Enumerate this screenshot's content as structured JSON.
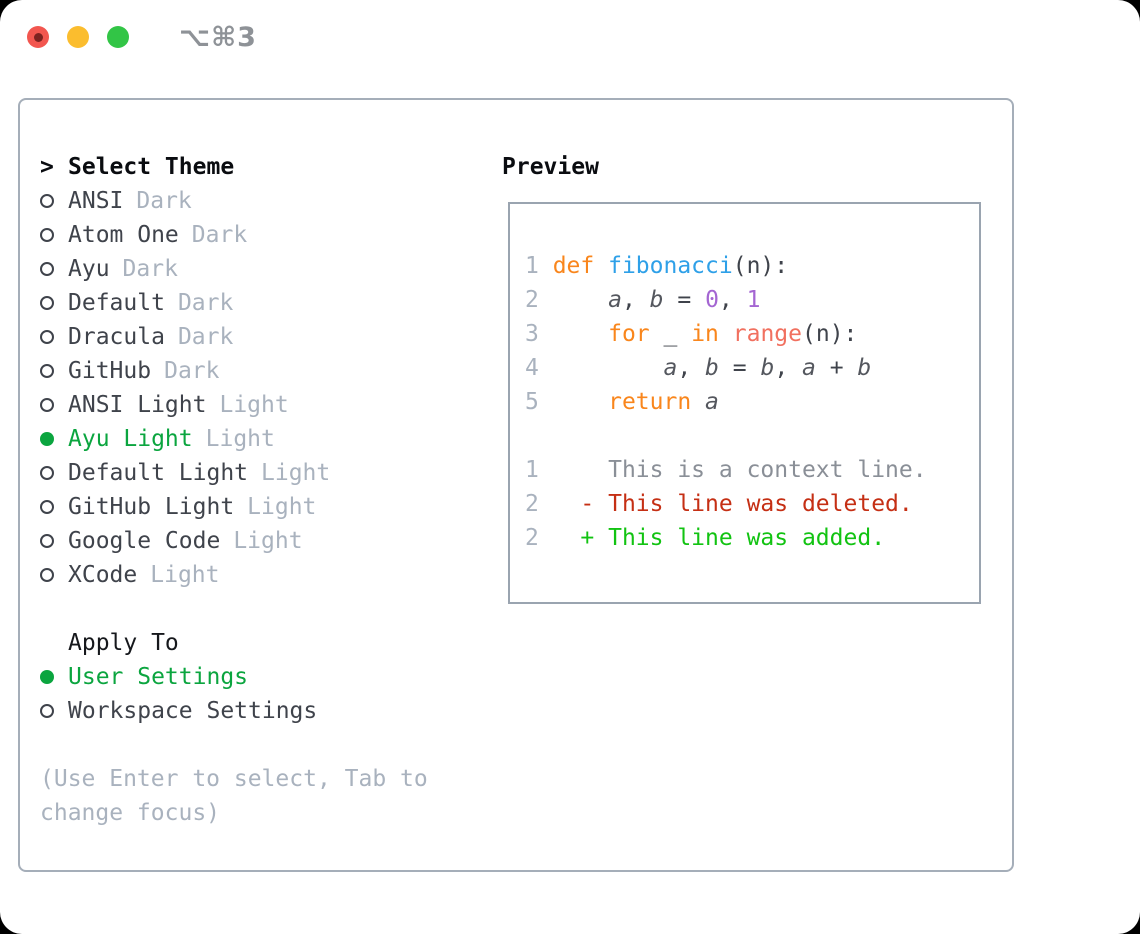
{
  "window": {
    "title": "⌥⌘3"
  },
  "left": {
    "prompt": ">",
    "title": "Select Theme",
    "themes": [
      {
        "name": "ANSI",
        "variant": "Dark",
        "selected": false
      },
      {
        "name": "Atom One",
        "variant": "Dark",
        "selected": false
      },
      {
        "name": "Ayu",
        "variant": "Dark",
        "selected": false
      },
      {
        "name": "Default",
        "variant": "Dark",
        "selected": false
      },
      {
        "name": "Dracula",
        "variant": "Dark",
        "selected": false
      },
      {
        "name": "GitHub",
        "variant": "Dark",
        "selected": false
      },
      {
        "name": "ANSI Light",
        "variant": "Light",
        "selected": false
      },
      {
        "name": "Ayu Light",
        "variant": "Light",
        "selected": true
      },
      {
        "name": "Default Light",
        "variant": "Light",
        "selected": false
      },
      {
        "name": "GitHub Light",
        "variant": "Light",
        "selected": false
      },
      {
        "name": "Google Code",
        "variant": "Light",
        "selected": false
      },
      {
        "name": "XCode",
        "variant": "Light",
        "selected": false
      }
    ],
    "apply_to": {
      "title": "Apply To",
      "options": [
        {
          "label": "User Settings",
          "selected": true
        },
        {
          "label": "Workspace Settings",
          "selected": false
        }
      ]
    },
    "help": "(Use Enter to select, Tab to change focus)"
  },
  "preview": {
    "title": "Preview",
    "code_lines": [
      [
        {
          "t": "1 ",
          "c": "ln"
        },
        {
          "t": "def ",
          "c": "kw"
        },
        {
          "t": "fibonacci",
          "c": "fn"
        },
        {
          "t": "(n):",
          "c": "tx"
        }
      ],
      [
        {
          "t": "2 ",
          "c": "ln"
        },
        {
          "t": "    ",
          "c": "tx"
        },
        {
          "t": "a",
          "c": "var"
        },
        {
          "t": ", ",
          "c": "tx"
        },
        {
          "t": "b",
          "c": "var"
        },
        {
          "t": " = ",
          "c": "tx"
        },
        {
          "t": "0",
          "c": "num"
        },
        {
          "t": ", ",
          "c": "tx"
        },
        {
          "t": "1",
          "c": "num"
        }
      ],
      [
        {
          "t": "3 ",
          "c": "ln"
        },
        {
          "t": "    ",
          "c": "tx"
        },
        {
          "t": "for",
          "c": "kw"
        },
        {
          "t": " _ ",
          "c": "tx"
        },
        {
          "t": "in",
          "c": "kw"
        },
        {
          "t": " ",
          "c": "tx"
        },
        {
          "t": "range",
          "c": "call"
        },
        {
          "t": "(n):",
          "c": "tx"
        }
      ],
      [
        {
          "t": "4 ",
          "c": "ln"
        },
        {
          "t": "        ",
          "c": "tx"
        },
        {
          "t": "a",
          "c": "var"
        },
        {
          "t": ", ",
          "c": "tx"
        },
        {
          "t": "b",
          "c": "var"
        },
        {
          "t": " = ",
          "c": "tx"
        },
        {
          "t": "b",
          "c": "var"
        },
        {
          "t": ", ",
          "c": "tx"
        },
        {
          "t": "a",
          "c": "var"
        },
        {
          "t": " + ",
          "c": "tx"
        },
        {
          "t": "b",
          "c": "var"
        }
      ],
      [
        {
          "t": "5 ",
          "c": "ln"
        },
        {
          "t": "    ",
          "c": "tx"
        },
        {
          "t": "return",
          "c": "kw"
        },
        {
          "t": " ",
          "c": "tx"
        },
        {
          "t": "a",
          "c": "var"
        }
      ],
      [],
      [
        {
          "t": "1",
          "c": "ln"
        },
        {
          "t": "     This is a context line.",
          "c": "ctx"
        }
      ],
      [
        {
          "t": "2",
          "c": "ln"
        },
        {
          "t": "   - This line was deleted.",
          "c": "del"
        }
      ],
      [
        {
          "t": "2",
          "c": "ln"
        },
        {
          "t": "   + This line was added.",
          "c": "add"
        }
      ]
    ]
  },
  "colors": {
    "selected_green": "#0BA53F",
    "dim_gray": "#A9B2BE",
    "text_dark": "#3F434B",
    "variable_gray": "#54575E",
    "keyword_orange": "#F9861C",
    "function_blue": "#2EA0E8",
    "call_coral": "#F1705F",
    "number_purple": "#A466D2",
    "context_gray": "#8A8F97",
    "deleted_red": "#C52F14",
    "added_green": "#12C312",
    "close_red": "#F2564F",
    "minimize_yellow": "#FBBD2E",
    "maximize_green": "#32C546"
  }
}
